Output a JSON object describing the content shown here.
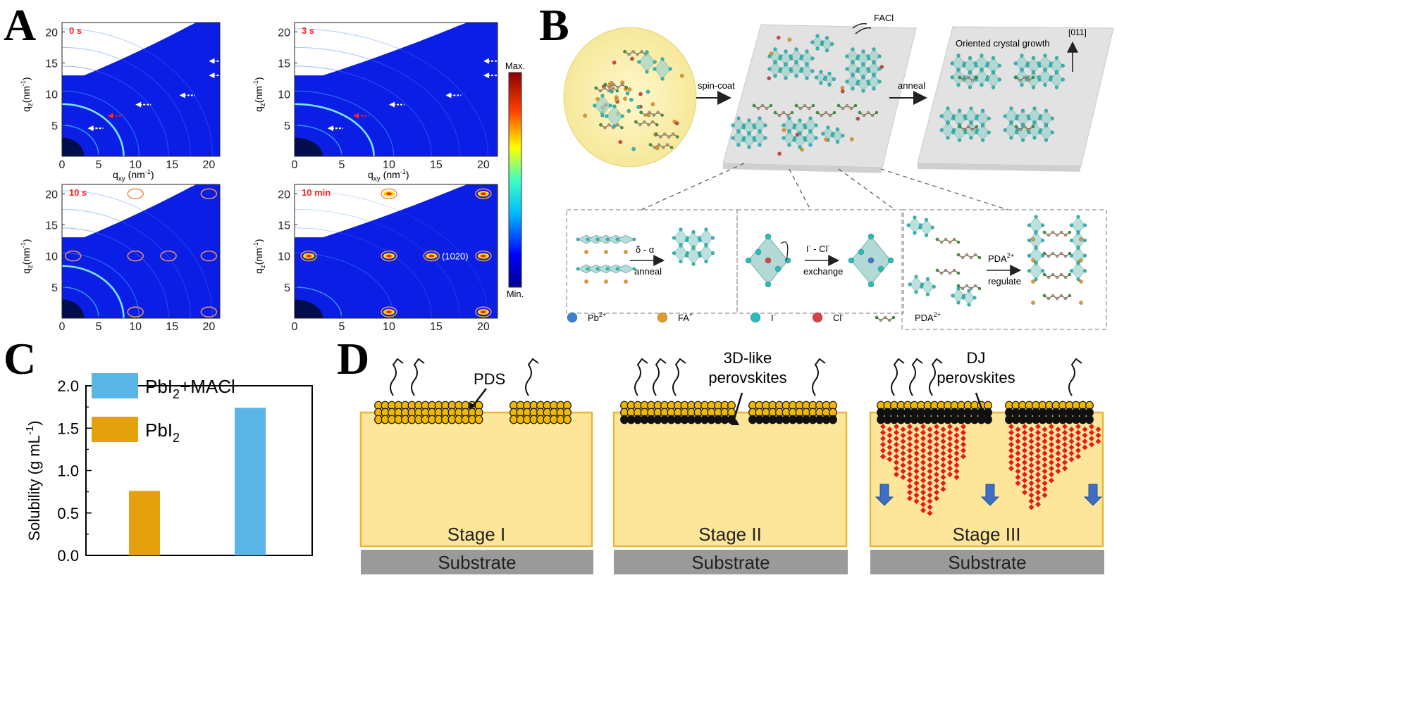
{
  "panels": {
    "A": {
      "letter": "A"
    },
    "B": {
      "letter": "B"
    },
    "C": {
      "letter": "C"
    },
    "D": {
      "letter": "D"
    }
  },
  "panelA": {
    "subplots": [
      {
        "time": "0 s"
      },
      {
        "time": "3 s"
      },
      {
        "time": "10 s"
      },
      {
        "time": "10 min"
      }
    ],
    "xlabel_main": "q",
    "xlabel_sub": "xy",
    "xlabel_unit": " (nm",
    "ylabel_main": "q",
    "ylabel_sub": "z",
    "ylabel_unit": "(nm",
    "unit_exp": "-1",
    "unit_close": ")",
    "x_ticks": [
      "0",
      "5",
      "10",
      "15",
      "20"
    ],
    "y_ticks": [
      "5",
      "10",
      "15",
      "20"
    ],
    "peak_label": "(1020)",
    "colorbar_max": "Max.",
    "colorbar_min": "Min."
  },
  "panelB": {
    "spin_coat": "spin-coat",
    "anneal": "anneal",
    "faci": "FACl",
    "oriented": "Oriented crystal growth",
    "direction": "[011]",
    "delta_alpha": "δ - α",
    "anneal2": "anneal",
    "exchange_top": "I - Cl",
    "exchange_bottom": "exchange",
    "pda_top": "PDA",
    "pda_bottom": "regulate",
    "legend": [
      "Pb",
      "FA",
      "I",
      "Cl",
      "PDA"
    ],
    "legend_sup": [
      "2+",
      "+",
      "-",
      "-",
      "2+"
    ],
    "colors": {
      "pb": "#3a7fd0",
      "fa": "#e09a2a",
      "i": "#2bbcb8",
      "cl": "#d64545",
      "pda_c": "#b8a48c",
      "pda_n": "#3f9a3f"
    }
  },
  "panelC": {
    "ylabel": "Solubility (g mL",
    "ylabel_exp": "-1",
    "ylabel_close": ")",
    "legend": [
      {
        "label": "PbI",
        "sub": "2",
        "suffix": "+MACl",
        "color": "#5ab4e6"
      },
      {
        "label": "PbI",
        "sub": "2",
        "suffix": "",
        "color": "#e5a10c"
      }
    ],
    "y_ticks": [
      "0.0",
      "0.5",
      "1.0",
      "1.5",
      "2.0"
    ],
    "chart_data": {
      "type": "bar",
      "series": [
        {
          "name": "PbI2",
          "values": [
            0.76
          ],
          "color": "#e5a10c"
        },
        {
          "name": "PbI2+MACl",
          "values": [
            1.74
          ],
          "color": "#5ab4e6"
        }
      ],
      "ylabel": "Solubility (g mL-1)",
      "ylim": [
        0,
        2.0
      ]
    }
  },
  "panelD": {
    "stages": [
      {
        "label": "Stage I",
        "annotation": [
          "PDS"
        ]
      },
      {
        "label": "Stage II",
        "annotation": [
          "3D-like",
          "perovskites"
        ]
      },
      {
        "label": "Stage III",
        "annotation": [
          "DJ",
          "perovskites"
        ]
      }
    ],
    "substrate": "Substrate",
    "colors": {
      "film": "#fde69a",
      "film_border": "#e8b73a",
      "substrate": "#9a9a9a",
      "ball": "#f0b800",
      "dark": "#111111",
      "red": "#e31b1b",
      "arrow_blue": "#3d6fc4"
    }
  }
}
